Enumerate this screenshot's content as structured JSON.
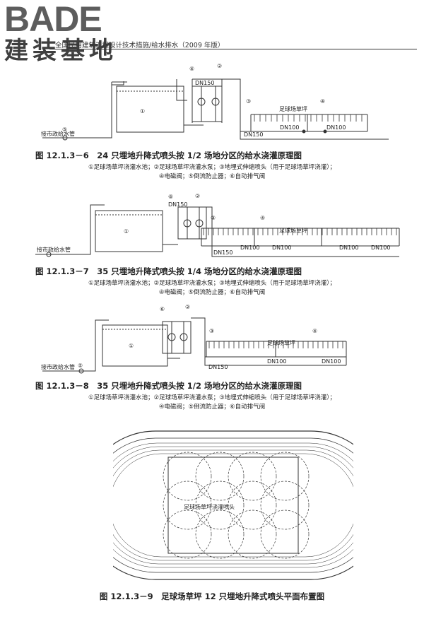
{
  "logo": {
    "brand": "BADE",
    "brand_cn": "建装基地"
  },
  "header": {
    "title": "全国民用建筑工程设计技术措施/给水排水（2009 年版）"
  },
  "labels": {
    "num1": "①",
    "num2": "②",
    "num3": "③",
    "num4": "④",
    "num5": "⑤",
    "num6": "⑥",
    "dn150": "DN150",
    "dn100": "DN100",
    "field": "足球场草坪",
    "inlet": "接市政给水管",
    "field_plan": "足球场草坪浇灌喷头"
  },
  "figures": [
    {
      "title": "图 12.1.3－6　24 只埋地升降式喷头按 1/2 场地分区的给水浇灌原理图",
      "legend1": "①足球场草坪浇灌水池；②足球场草坪浇灌水泵；③地埋式伸缩喷头（用于足球场草坪浇灌）；",
      "legend2": "④电磁阀；⑤倒流防止器；⑥自动排气阀"
    },
    {
      "title": "图 12.1.3－7　35 只埋地升降式喷头按 1/4 场地分区的给水浇灌原理图",
      "legend1": "①足球场草坪浇灌水池；②足球场草坪浇灌水泵；③地埋式伸缩喷头（用于足球场草坪浇灌）；",
      "legend2": "④电磁阀；⑤倒流防止器；⑥自动排气阀"
    },
    {
      "title": "图 12.1.3－8　35 只埋地升降式喷头按 1/2 场地分区的给水浇灌原理图",
      "legend1": "①足球场草坪浇灌水池；②足球场草坪浇灌水泵；③地埋式伸缩喷头（用于足球场草坪浇灌）；",
      "legend2": "④电磁阀；⑤倒流防止器；⑥自动排气阀"
    },
    {
      "title": "图 12.1.3－9　足球场草坪 12 只埋地升降式喷头平面布置图"
    }
  ]
}
